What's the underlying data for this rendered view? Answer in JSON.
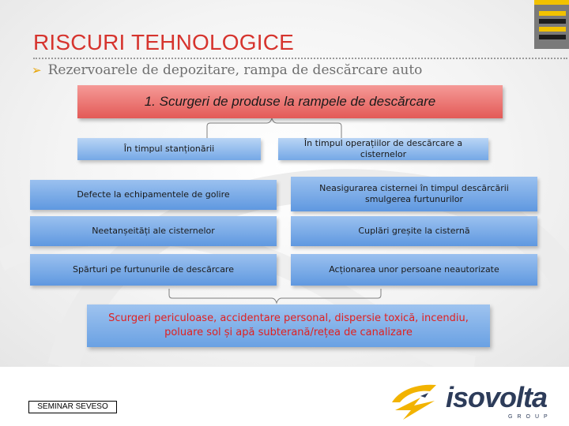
{
  "slide": {
    "title": "RISCURI TEHNOLOGICE",
    "subtitle": "Rezervoarele de depozitare, rampa de descărcare auto",
    "bullet_icon": "arrow-bullet-icon",
    "accent_color": "#d6342e"
  },
  "diagram": {
    "main_box": "1. Scurgeri de produse la rampele de descărcare",
    "left_header": "În timpul stanționării",
    "right_header": "În timpul operațiilor de descărcare a cisternelor",
    "left_items": [
      "Defecte la echipamentele de golire",
      "Neetanșeități ale cisternelor",
      "Spărturi pe furtunurile de descărcare"
    ],
    "right_items": [
      "Neasigurarea cisternei în timpul descărcării smulgerea furtunurilor",
      "Cuplări greșite la cisternă",
      "Acționarea unor persoane neautorizate"
    ],
    "consequences": "Scurgeri periculoase, accidentare personal, dispersie toxică, incendiu, poluare sol și apă subterană/rețea de canalizare"
  },
  "footer": {
    "seminar_label": "SEMINAR SEVESO",
    "logo_name": "isovolta",
    "logo_sub": "GROUP"
  }
}
